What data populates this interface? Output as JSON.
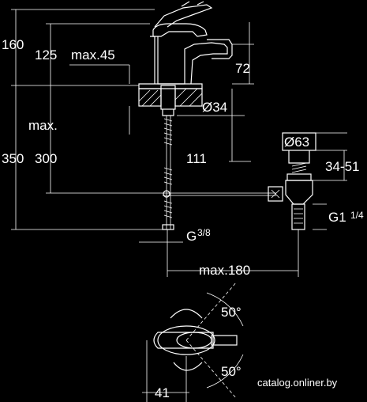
{
  "dimensions": {
    "d160": "160",
    "d125": "125",
    "max45": "max.45",
    "d72": "72",
    "dia34": "Ø34",
    "max_label": "max.",
    "d350": "350",
    "d300": "300",
    "dia63": "Ø63",
    "d111": "111",
    "d34_51": "34-51",
    "g1": "G1",
    "g1_frac": "1/4",
    "g38": "G",
    "g38_frac": "3/8",
    "max180": "max.180",
    "angle_top": "50°",
    "angle_bottom": "50°",
    "d41": "41"
  },
  "watermark": "catalog.onliner.by"
}
